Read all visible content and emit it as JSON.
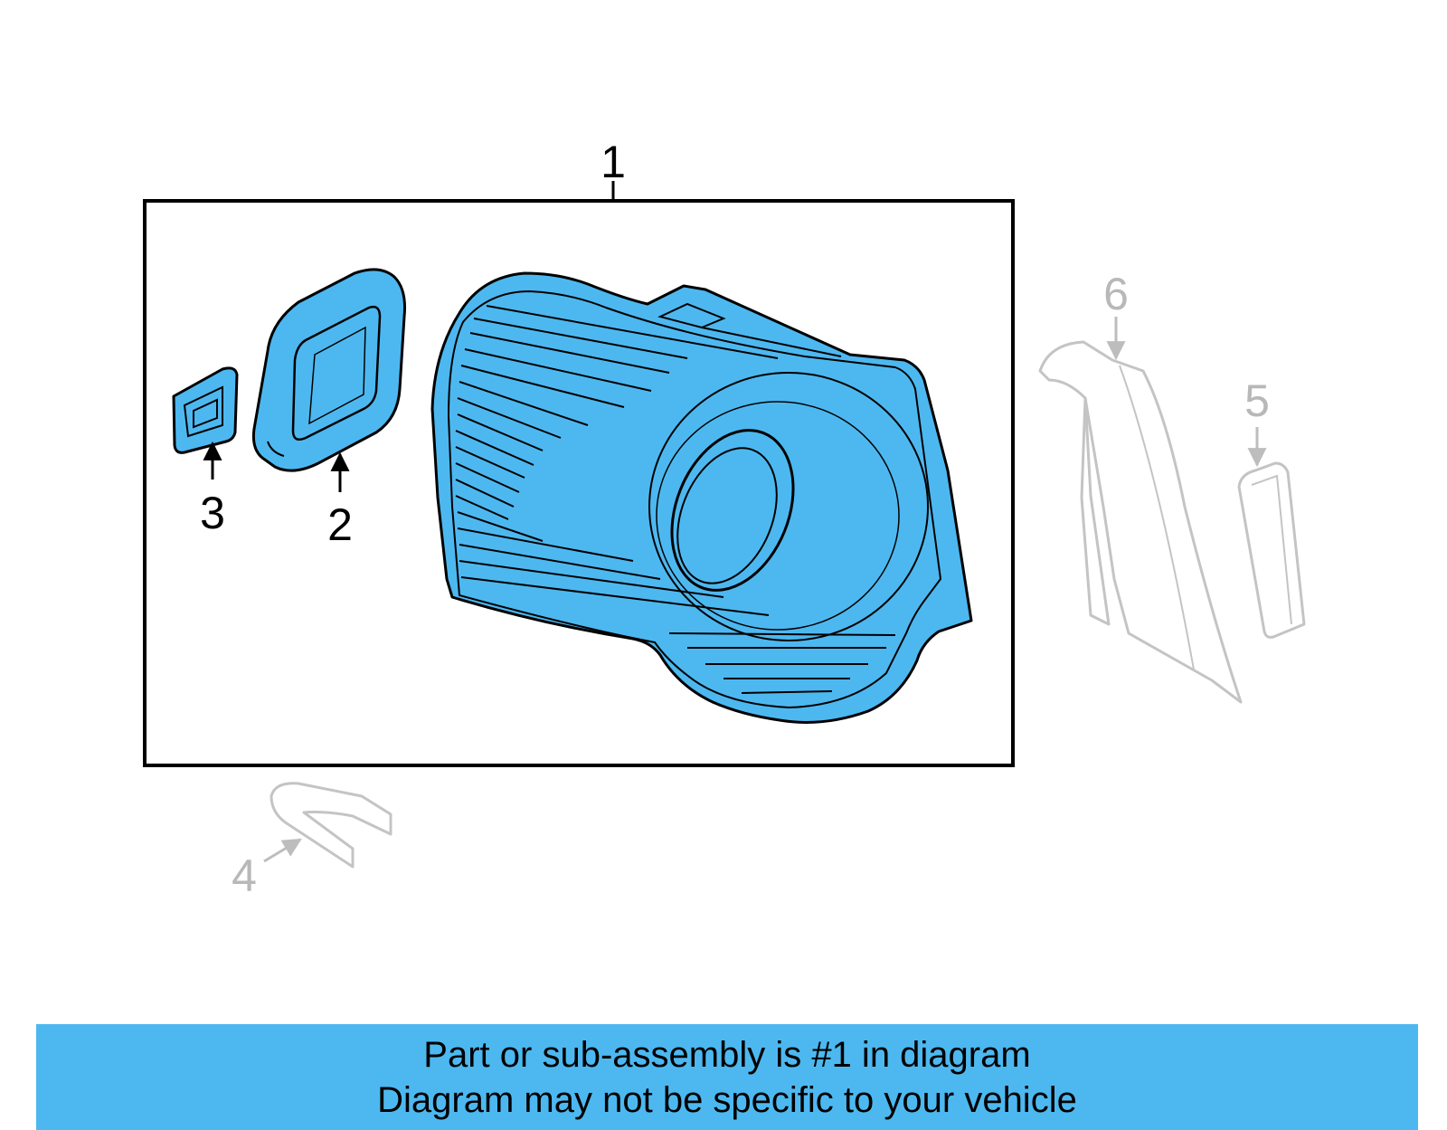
{
  "callouts": {
    "part1": "1",
    "part2": "2",
    "part3": "3",
    "part4": "4",
    "part5": "5",
    "part6": "6"
  },
  "banner": {
    "line1": "Part or sub-assembly is #1 in diagram",
    "line2": "Diagram may not be specific to your vehicle"
  },
  "colors": {
    "highlight": "#4db8f0",
    "outline": "#000000",
    "ghost": "#c4c4c4"
  }
}
